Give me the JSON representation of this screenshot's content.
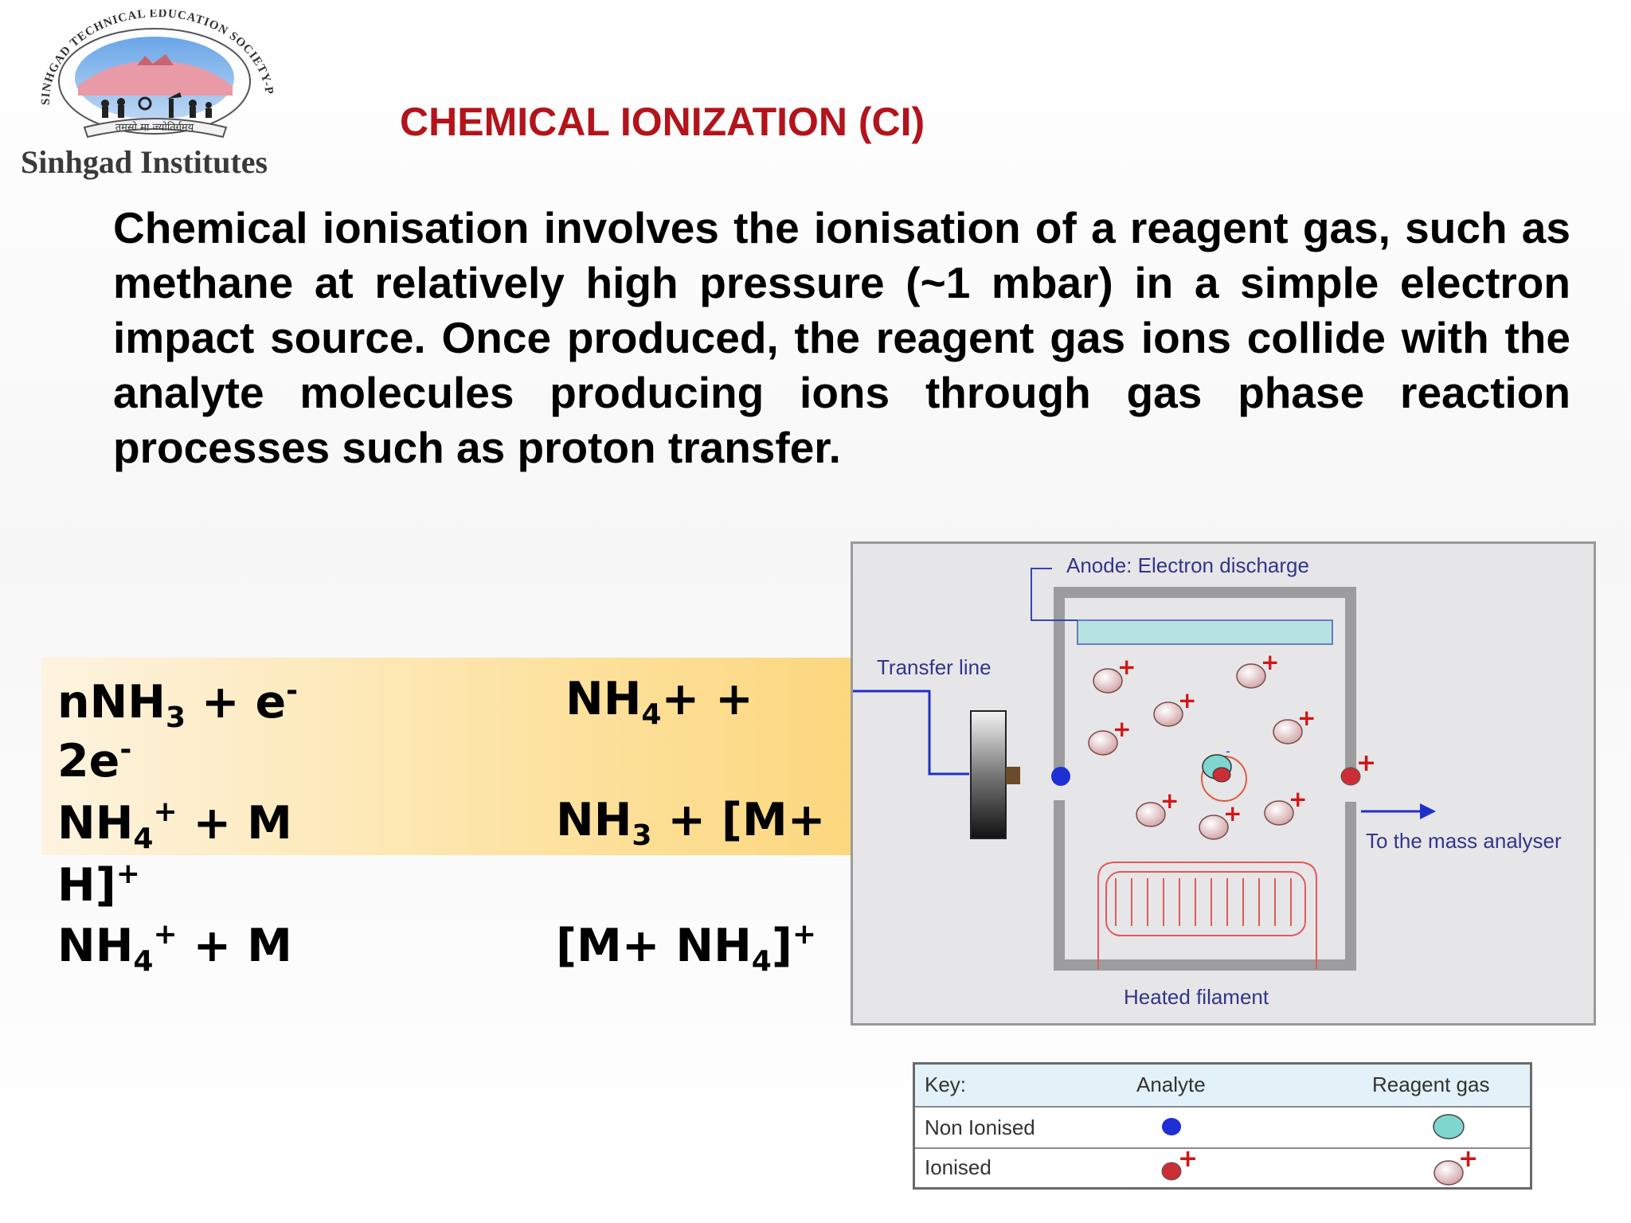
{
  "logo": {
    "arc_text": "SINHGAD TECHNICAL EDUCATION SOCIETY-PUNE",
    "ribbon_text": "तमसो मा ज्योतिर्गमय",
    "name": "Sinhgad Institutes"
  },
  "title": "CHEMICAL IONIZATION (CI)",
  "body_text": "Chemical ionisation involves the ionisation of a reagent gas, such as methane at relatively high pressure (~1 mbar) in a simple electron impact source. Once produced, the reagent gas ions collide with the analyte molecules producing ions through gas phase reaction processes such as proton transfer.",
  "equations": {
    "eq1_left": [
      "nNH",
      "3",
      " + e",
      "-"
    ],
    "eq1_right": [
      "NH",
      "4",
      "+ +"
    ],
    "eq1_wrap": [
      "2e",
      "-"
    ],
    "eq2_left": [
      "NH",
      "4",
      "+",
      " + M"
    ],
    "eq2_right": [
      "NH",
      "3",
      " + [M+"
    ],
    "eq2_wrap": [
      "H]",
      "+"
    ],
    "eq3_left": [
      "NH",
      "4",
      "+",
      " + M"
    ],
    "eq3_right": [
      "[M+ NH",
      "4",
      "]",
      "+"
    ]
  },
  "diagram": {
    "anode_label": "Anode: Electron discharge",
    "transfer_label": "Transfer line",
    "mass_label": "To the mass analyser",
    "filament_label": "Heated filament",
    "electron_label": "-",
    "colors": {
      "analyte": "#1f2fd6",
      "reagent_neutral": "#7fd6cf",
      "ionised": "#cc2e36",
      "plus": "#d21414",
      "label": "#33358a"
    }
  },
  "key": {
    "header": "Key:",
    "col_analyte": "Analyte",
    "col_reagent": "Reagent gas",
    "row1_label": "Non Ionised",
    "row2_label": "Ionised",
    "plus": "+"
  }
}
